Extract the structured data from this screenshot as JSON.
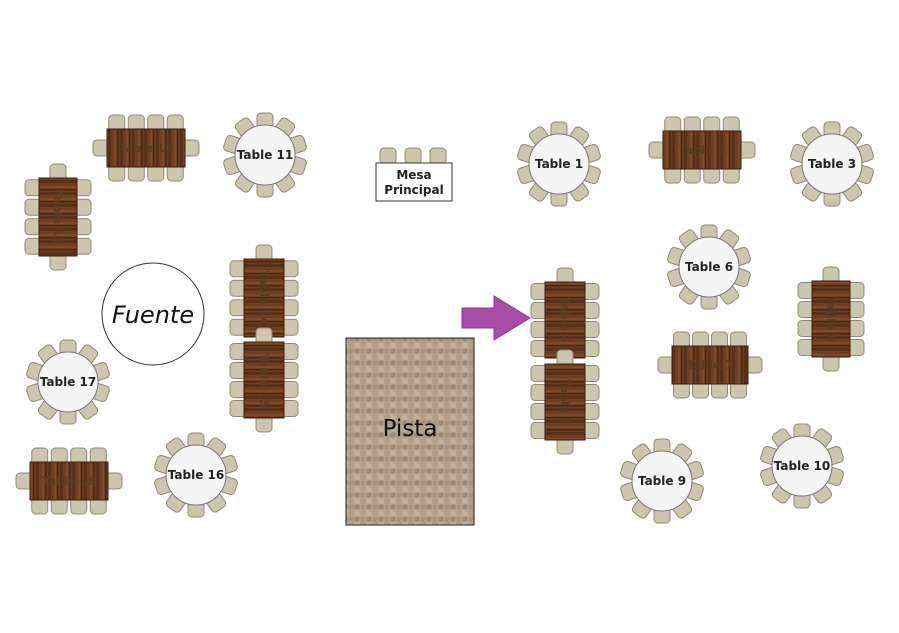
{
  "colors": {
    "chair": "#cdc6ae",
    "chair_stroke": "#8f8a76",
    "round_table": "#f5f5f5",
    "wood": "#6e3e22",
    "wood_dark": "#4c2813",
    "arrow": "#a84ea8",
    "floor": "#b7a58f"
  },
  "round_tables": [
    {
      "id": "t1",
      "label": "Table 1"
    },
    {
      "id": "t3",
      "label": "Table 3"
    },
    {
      "id": "t6",
      "label": "Table 6"
    },
    {
      "id": "t9",
      "label": "Table 9"
    },
    {
      "id": "t10",
      "label": "Table 10"
    },
    {
      "id": "t11",
      "label": "Table 11"
    },
    {
      "id": "t16",
      "label": "Table 16"
    },
    {
      "id": "t17",
      "label": "Table 17"
    }
  ],
  "rect_tables": [
    {
      "id": "t2",
      "label": "Table 2"
    },
    {
      "id": "t4",
      "label": "Table 4"
    },
    {
      "id": "t5",
      "label": "Table 5"
    },
    {
      "id": "t7",
      "label": "Table 7"
    },
    {
      "id": "t8",
      "label": "Table 8"
    },
    {
      "id": "t12",
      "label": "Table 12"
    },
    {
      "id": "t13",
      "label": "Table 13"
    },
    {
      "id": "t14",
      "label": "Table 14"
    },
    {
      "id": "t15",
      "label": "Table 15"
    },
    {
      "id": "t18",
      "label": "Table 18"
    }
  ],
  "head_table": {
    "line1": "Mesa",
    "line2": "Principal"
  },
  "fountain": {
    "label": "Fuente"
  },
  "dance_floor": {
    "label": "Pista"
  }
}
